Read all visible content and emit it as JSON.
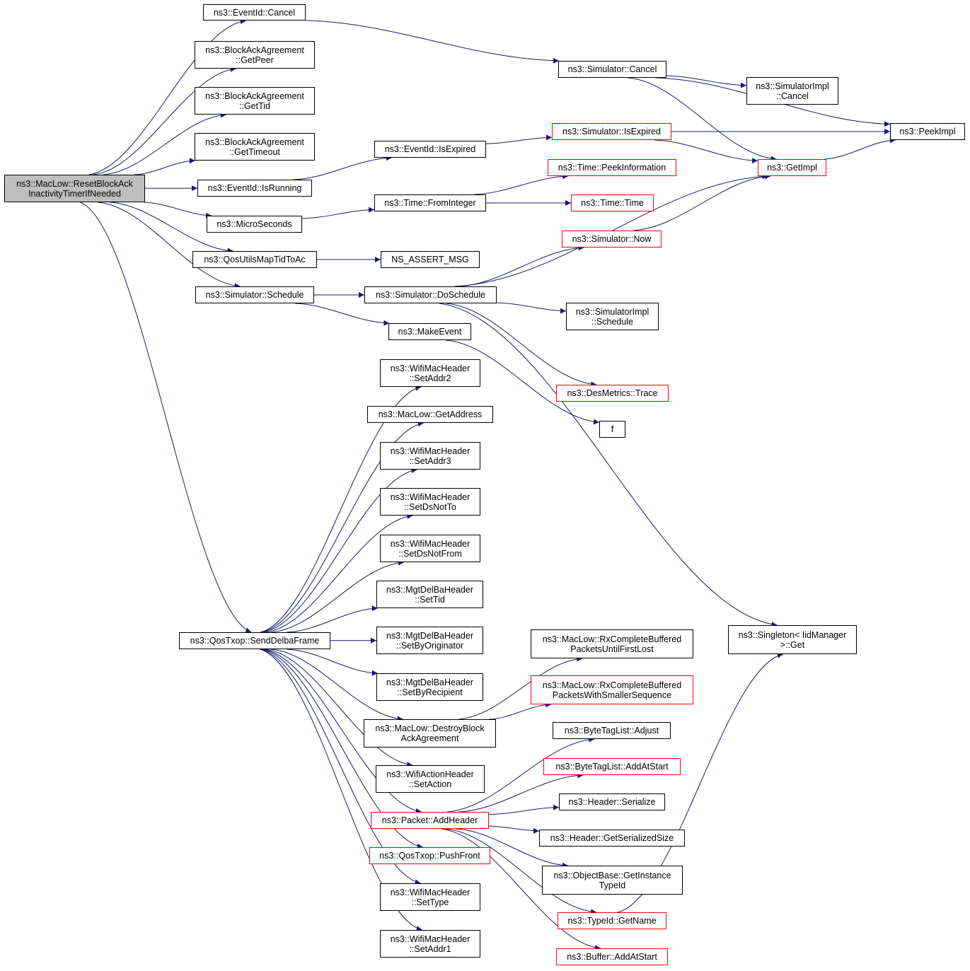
{
  "colors": {
    "edge": "#191970",
    "node_border": "#000000",
    "node_border_red": "#ff0000",
    "root_fill": "#bfbfbf"
  },
  "nodes": [
    {
      "id": "root",
      "label": "ns3::MacLow::ResetBlockAck\nInactivityTimerIfNeeded",
      "style": "root"
    },
    {
      "id": "evCancel",
      "label": "ns3::EventId::Cancel",
      "style": "black"
    },
    {
      "id": "getPeer",
      "label": "ns3::BlockAckAgreement\n::GetPeer",
      "style": "black"
    },
    {
      "id": "getTid",
      "label": "ns3::BlockAckAgreement\n::GetTid",
      "style": "black"
    },
    {
      "id": "getTimeout",
      "label": "ns3::BlockAckAgreement\n::GetTimeout",
      "style": "black"
    },
    {
      "id": "isRunning",
      "label": "ns3::EventId::IsRunning",
      "style": "black"
    },
    {
      "id": "microSeconds",
      "label": "ns3::MicroSeconds",
      "style": "black"
    },
    {
      "id": "qosMap",
      "label": "ns3::QosUtilsMapTidToAc",
      "style": "black"
    },
    {
      "id": "simSchedule",
      "label": "ns3::Simulator::Schedule",
      "style": "black"
    },
    {
      "id": "sendDelba",
      "label": "ns3::QosTxop::SendDelbaFrame",
      "style": "black"
    },
    {
      "id": "simCancel",
      "label": "ns3::Simulator::Cancel",
      "style": "black"
    },
    {
      "id": "implCancel",
      "label": "ns3::SimulatorImpl\n::Cancel",
      "style": "black"
    },
    {
      "id": "peekImpl",
      "label": "ns3::PeekImpl",
      "style": "black"
    },
    {
      "id": "simIsExpired",
      "label": "ns3::Simulator::IsExpired",
      "style": "red"
    },
    {
      "id": "evIsExpired",
      "label": "ns3::EventId::IsExpired",
      "style": "black"
    },
    {
      "id": "getImpl",
      "label": "ns3::GetImpl",
      "style": "red"
    },
    {
      "id": "peekInfo",
      "label": "ns3::Time::PeekInformation",
      "style": "red"
    },
    {
      "id": "fromInteger",
      "label": "ns3::Time::FromInteger",
      "style": "black"
    },
    {
      "id": "timeTime",
      "label": "ns3::Time::Time",
      "style": "red"
    },
    {
      "id": "simNow",
      "label": "ns3::Simulator::Now",
      "style": "red"
    },
    {
      "id": "nsAssert",
      "label": "NS_ASSERT_MSG",
      "style": "black"
    },
    {
      "id": "doSchedule",
      "label": "ns3::Simulator::DoSchedule",
      "style": "black"
    },
    {
      "id": "implSchedule",
      "label": "ns3::SimulatorImpl\n::Schedule",
      "style": "black"
    },
    {
      "id": "makeEvent",
      "label": "ns3::MakeEvent",
      "style": "black"
    },
    {
      "id": "desTrace",
      "label": "ns3::DesMetrics::Trace",
      "style": "red"
    },
    {
      "id": "fFunc",
      "label": "f",
      "style": "black"
    },
    {
      "id": "singletonGet",
      "label": "ns3::Singleton< IidManager\n>::Get",
      "style": "black"
    },
    {
      "id": "setAddr2",
      "label": "ns3::WifiMacHeader\n::SetAddr2",
      "style": "black"
    },
    {
      "id": "getAddress",
      "label": "ns3::MacLow::GetAddress",
      "style": "black"
    },
    {
      "id": "setAddr3",
      "label": "ns3::WifiMacHeader\n::SetAddr3",
      "style": "black"
    },
    {
      "id": "setDsNotTo",
      "label": "ns3::WifiMacHeader\n::SetDsNotTo",
      "style": "black"
    },
    {
      "id": "setDsNotFrom",
      "label": "ns3::WifiMacHeader\n::SetDsNotFrom",
      "style": "black"
    },
    {
      "id": "delbaSetTid",
      "label": "ns3::MgtDelBaHeader\n::SetTid",
      "style": "black"
    },
    {
      "id": "setByOrig",
      "label": "ns3::MgtDelBaHeader\n::SetByOriginator",
      "style": "black"
    },
    {
      "id": "setByRecip",
      "label": "ns3::MgtDelBaHeader\n::SetByRecipient",
      "style": "black"
    },
    {
      "id": "destroyBA",
      "label": "ns3::MacLow::DestroyBlock\nAckAgreement",
      "style": "black"
    },
    {
      "id": "setAction",
      "label": "ns3::WifiActionHeader\n::SetAction",
      "style": "black"
    },
    {
      "id": "addHeader",
      "label": "ns3::Packet::AddHeader",
      "style": "red"
    },
    {
      "id": "pushFront",
      "label": "ns3::QosTxop::PushFront",
      "style": "red"
    },
    {
      "id": "setType",
      "label": "ns3::WifiMacHeader\n::SetType",
      "style": "black"
    },
    {
      "id": "setAddr1",
      "label": "ns3::WifiMacHeader\n::SetAddr1",
      "style": "black"
    },
    {
      "id": "rxFirstLost",
      "label": "ns3::MacLow::RxCompleteBuffered\nPacketsUntilFirstLost",
      "style": "black"
    },
    {
      "id": "rxSmaller",
      "label": "ns3::MacLow::RxCompleteBuffered\nPacketsWithSmallerSequence",
      "style": "red"
    },
    {
      "id": "btlAdjust",
      "label": "ns3::ByteTagList::Adjust",
      "style": "black"
    },
    {
      "id": "btlAddAtStart",
      "label": "ns3::ByteTagList::AddAtStart",
      "style": "red"
    },
    {
      "id": "hdrSerialize",
      "label": "ns3::Header::Serialize",
      "style": "black"
    },
    {
      "id": "hdrGetSize",
      "label": "ns3::Header::GetSerializedSize",
      "style": "black"
    },
    {
      "id": "objGetInst",
      "label": "ns3::ObjectBase::GetInstance\nTypeId",
      "style": "black"
    },
    {
      "id": "typeIdGetName",
      "label": "ns3::TypeId::GetName",
      "style": "red"
    },
    {
      "id": "bufAddAtStart",
      "label": "ns3::Buffer::AddAtStart",
      "style": "red"
    }
  ],
  "edges": [
    [
      "root",
      "evCancel"
    ],
    [
      "root",
      "getPeer"
    ],
    [
      "root",
      "getTid"
    ],
    [
      "root",
      "getTimeout"
    ],
    [
      "root",
      "isRunning"
    ],
    [
      "root",
      "microSeconds"
    ],
    [
      "root",
      "qosMap"
    ],
    [
      "root",
      "simSchedule"
    ],
    [
      "root",
      "sendDelba"
    ],
    [
      "evCancel",
      "simCancel"
    ],
    [
      "simCancel",
      "implCancel"
    ],
    [
      "simCancel",
      "peekImpl"
    ],
    [
      "simCancel",
      "getImpl"
    ],
    [
      "isRunning",
      "evIsExpired"
    ],
    [
      "evIsExpired",
      "simIsExpired"
    ],
    [
      "simIsExpired",
      "peekImpl"
    ],
    [
      "simIsExpired",
      "getImpl"
    ],
    [
      "getImpl",
      "peekImpl"
    ],
    [
      "microSeconds",
      "fromInteger"
    ],
    [
      "fromInteger",
      "peekInfo"
    ],
    [
      "fromInteger",
      "timeTime"
    ],
    [
      "qosMap",
      "nsAssert"
    ],
    [
      "simSchedule",
      "doSchedule"
    ],
    [
      "simSchedule",
      "makeEvent"
    ],
    [
      "doSchedule",
      "simNow"
    ],
    [
      "doSchedule",
      "getImpl"
    ],
    [
      "doSchedule",
      "implSchedule"
    ],
    [
      "doSchedule",
      "desTrace"
    ],
    [
      "doSchedule",
      "singletonGet"
    ],
    [
      "simNow",
      "getImpl"
    ],
    [
      "makeEvent",
      "fFunc"
    ],
    [
      "sendDelba",
      "setAddr2"
    ],
    [
      "sendDelba",
      "getAddress"
    ],
    [
      "sendDelba",
      "setAddr3"
    ],
    [
      "sendDelba",
      "setDsNotTo"
    ],
    [
      "sendDelba",
      "setDsNotFrom"
    ],
    [
      "sendDelba",
      "delbaSetTid"
    ],
    [
      "sendDelba",
      "setByOrig"
    ],
    [
      "sendDelba",
      "setByRecip"
    ],
    [
      "sendDelba",
      "destroyBA"
    ],
    [
      "sendDelba",
      "setAction"
    ],
    [
      "sendDelba",
      "addHeader"
    ],
    [
      "sendDelba",
      "pushFront"
    ],
    [
      "sendDelba",
      "setType"
    ],
    [
      "sendDelba",
      "setAddr1"
    ],
    [
      "destroyBA",
      "rxFirstLost"
    ],
    [
      "destroyBA",
      "rxSmaller"
    ],
    [
      "addHeader",
      "btlAdjust"
    ],
    [
      "addHeader",
      "btlAddAtStart"
    ],
    [
      "addHeader",
      "hdrSerialize"
    ],
    [
      "addHeader",
      "hdrGetSize"
    ],
    [
      "addHeader",
      "objGetInst"
    ],
    [
      "addHeader",
      "typeIdGetName"
    ],
    [
      "addHeader",
      "bufAddAtStart"
    ],
    [
      "typeIdGetName",
      "singletonGet"
    ]
  ]
}
